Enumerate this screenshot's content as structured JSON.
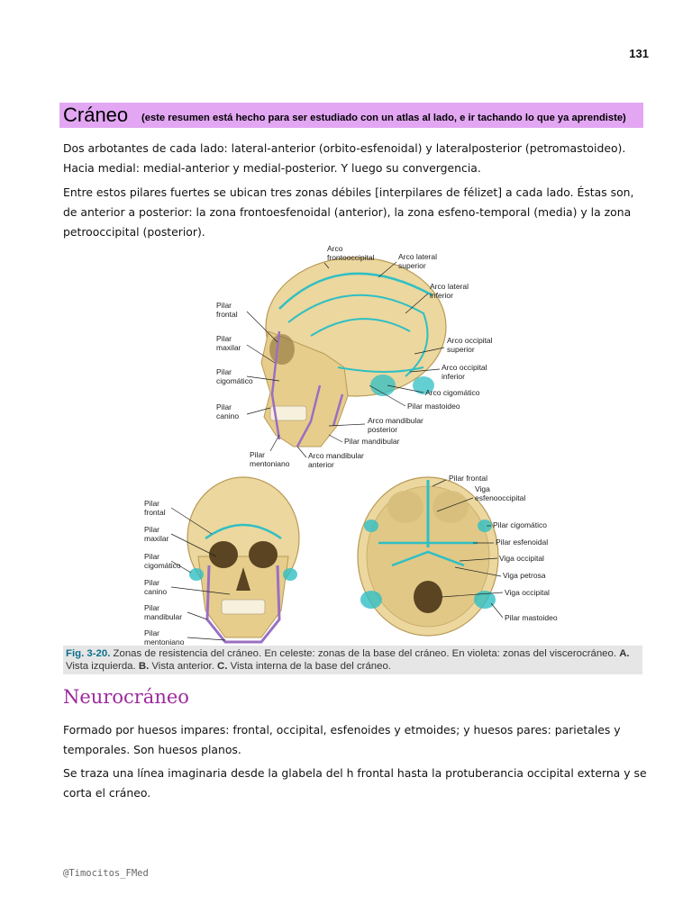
{
  "page_number": "131",
  "header": {
    "title": "Cráneo",
    "subtitle": "(este resumen está hecho para ser estudiado con un atlas al lado, e ir tachando lo que ya aprendiste)"
  },
  "paragraphs": {
    "p1": "Dos arbotantes de cada lado: lateral-anterior (orbito-esfenoidal) y lateralposterior (petromastoideo). Hacia medial: medial-anterior y medial-posterior. Y luego su convergencia.",
    "p2": "Entre estos pilares fuertes se ubican tres zonas débiles [interpilares de félizet] a cada lado. Éstas son, de anterior a posterior: la zona frontoesfenoidal (anterior), la zona esfeno-temporal (media) y la zona petrooccipital (posterior).",
    "p3": "Formado por huesos impares: frontal, occipital, esfenoides y etmoides; y huesos pares: parietales y temporales. Son huesos planos.",
    "p4": "Se traza una línea imaginaria desde la glabela del h frontal hasta la protuberancia occipital externa y se corta el cráneo."
  },
  "section": {
    "title": "Neurocráneo"
  },
  "figure": {
    "lateral_view": {
      "labels": {
        "arco_frontooccipital_1": "Arco",
        "arco_frontooccipital_2": "frontooccipital",
        "arco_lateral_superior_1": "Arco lateral",
        "arco_lateral_superior_2": "superior",
        "arco_lateral_inferior_1": "Arco lateral",
        "arco_lateral_inferior_2": "inferior",
        "arco_occipital_superior_1": "Arco occipital",
        "arco_occipital_superior_2": "superior",
        "arco_occipital_inferior_1": "Arco occipital",
        "arco_occipital_inferior_2": "inferior",
        "arco_cigomatico": "Arco cigomático",
        "pilar_mastoideo": "Pilar mastoideo",
        "arco_mandibular_posterior_1": "Arco mandibular",
        "arco_mandibular_posterior_2": "posterior",
        "pilar_mandibular": "Pilar mandibular",
        "arco_mandibular_anterior_1": "Arco mandibular",
        "arco_mandibular_anterior_2": "anterior",
        "pilar_mentoniano_1": "Pilar",
        "pilar_mentoniano_2": "mentoniano",
        "pilar_canino_1": "Pilar",
        "pilar_canino_2": "canino",
        "pilar_cigomatico_1": "Pilar",
        "pilar_cigomatico_2": "cigomático",
        "pilar_maxilar_1": "Pilar",
        "pilar_maxilar_2": "maxilar",
        "pilar_frontal_1": "Pilar",
        "pilar_frontal_2": "frontal"
      }
    },
    "anterior_view": {
      "labels": {
        "pilar_frontal_1": "Pilar",
        "pilar_frontal_2": "frontal",
        "pilar_maxilar_1": "Pilar",
        "pilar_maxilar_2": "maxilar",
        "pilar_cigomatico_1": "Pilar",
        "pilar_cigomatico_2": "cigomático",
        "pilar_canino_1": "Pilar",
        "pilar_canino_2": "canino",
        "pilar_mandibular_1": "Pilar",
        "pilar_mandibular_2": "mandibular",
        "pilar_mentoniano_1": "Pilar",
        "pilar_mentoniano_2": "mentoniano"
      }
    },
    "base_view": {
      "labels": {
        "pilar_frontal": "Pilar frontal",
        "viga_esfenooccipital_1": "Viga",
        "viga_esfenooccipital_2": "esfenooccipital",
        "pilar_cigomatico": "Pilar cigomático",
        "pilar_esfenoidal": "Pilar esfenoidal",
        "viga_occipital_1": "Viga occipital",
        "viga_petrosa": "Viga petrosa",
        "viga_occipital_2": "Viga occipital",
        "pilar_mastoideo": "Pilar mastoideo"
      }
    },
    "caption": {
      "figref": "Fig. 3-20.",
      "text1": " Zonas de resistencia del cráneo. En celeste: zonas de la base del cráneo. En violeta: zonas del viscerocráneo. ",
      "a": "A.",
      "text2": " Vista izquierda. ",
      "b": "B.",
      "text3": " Vista anterior. ",
      "c": "C.",
      "text4": " Vista interna de la base del cráneo."
    }
  },
  "footer": "@Timocitos_FMed",
  "colors": {
    "title_band": "#e2a6f3",
    "section_title": "#9c2a9e",
    "bone": "#ecd79e",
    "cyan": "#2fbfc4",
    "violet": "#9a6fc2"
  }
}
